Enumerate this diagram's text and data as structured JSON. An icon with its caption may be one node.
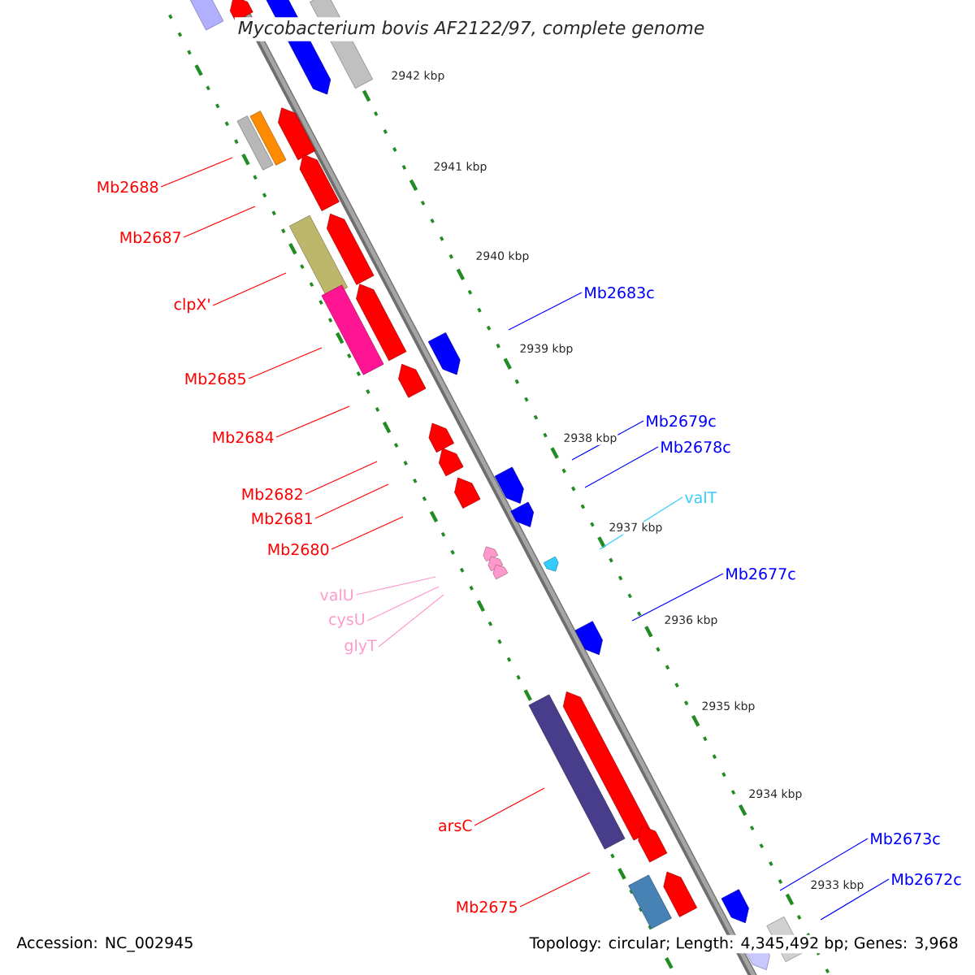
{
  "diagram": {
    "title": "Mycobacterium bovis AF2122/97, complete genome",
    "nodes": [
      {
        "text": [
          "Mb2688"
        ]
      },
      {
        "text": [
          "Mb2687"
        ]
      },
      {
        "text": [
          "clpX'"
        ]
      },
      {
        "text": [
          "Mb2683c"
        ]
      },
      {
        "text": [
          "Mb2685"
        ]
      },
      {
        "text": [
          "Mb2684"
        ]
      },
      {
        "text": [
          "Mb2679c"
        ]
      },
      {
        "text": [
          "Mb2678c"
        ]
      },
      {
        "text": [
          "Mb2682"
        ]
      },
      {
        "text": [
          "valT"
        ]
      },
      {
        "text": [
          "Mb2681"
        ]
      },
      {
        "text": [
          "Mb2680"
        ]
      },
      {
        "text": [
          "Mb2677c"
        ]
      },
      {
        "text": [
          "valU"
        ]
      },
      {
        "text": [
          "cysU"
        ]
      },
      {
        "text": [
          "glyT"
        ]
      },
      {
        "text": [
          "arsC"
        ]
      },
      {
        "text": [
          "Mb2673c"
        ]
      },
      {
        "text": [
          "Mb2672c"
        ]
      },
      {
        "text": [
          "Mb2675"
        ]
      }
    ],
    "edges": [
      {
        "from": 0,
        "to": null,
        "arrow": "none"
      },
      {
        "from": 1,
        "to": null,
        "arrow": "none"
      },
      {
        "from": 2,
        "to": null,
        "arrow": "none"
      },
      {
        "from": 3,
        "to": null,
        "arrow": "none",
        "color": "#0000ff"
      },
      {
        "from": 4,
        "to": null,
        "arrow": "none"
      },
      {
        "from": 5,
        "to": null,
        "arrow": "none"
      },
      {
        "from": 6,
        "to": null,
        "arrow": "none",
        "color": "#0000ff"
      },
      {
        "from": 7,
        "to": null,
        "arrow": "none",
        "color": "#0000ff"
      },
      {
        "from": 8,
        "to": null,
        "arrow": "none"
      },
      {
        "from": 9,
        "to": null,
        "arrow": "none",
        "color": "#33ccff"
      },
      {
        "from": 10,
        "to": null,
        "arrow": "none"
      },
      {
        "from": 11,
        "to": null,
        "arrow": "none"
      },
      {
        "from": 12,
        "to": null,
        "arrow": "none",
        "color": "#0000ff"
      },
      {
        "from": 13,
        "to": null,
        "arrow": "none",
        "color": "#ff99cc"
      },
      {
        "from": 14,
        "to": null,
        "arrow": "none",
        "color": "#ff99cc"
      },
      {
        "from": 15,
        "to": null,
        "arrow": "none",
        "color": "#ff99cc"
      },
      {
        "from": 16,
        "to": null,
        "arrow": "none"
      },
      {
        "from": 17,
        "to": null,
        "arrow": "none",
        "color": "#0000ff"
      },
      {
        "from": 18,
        "to": null,
        "arrow": "none",
        "color": "#0000ff"
      },
      {
        "from": 19,
        "to": null,
        "arrow": "none"
      }
    ],
    "labels": [
      "2942 kbp",
      "2941 kbp",
      "2940 kbp",
      "2939 kbp",
      "2938 kbp",
      "2937 kbp",
      "2936 kbp",
      "2935 kbp",
      "2934 kbp",
      "2933 kbp",
      "Accession: NC_002945",
      "Topology: circular; Length: 4,345,492 bp; Genes: 3,968"
    ]
  }
}
